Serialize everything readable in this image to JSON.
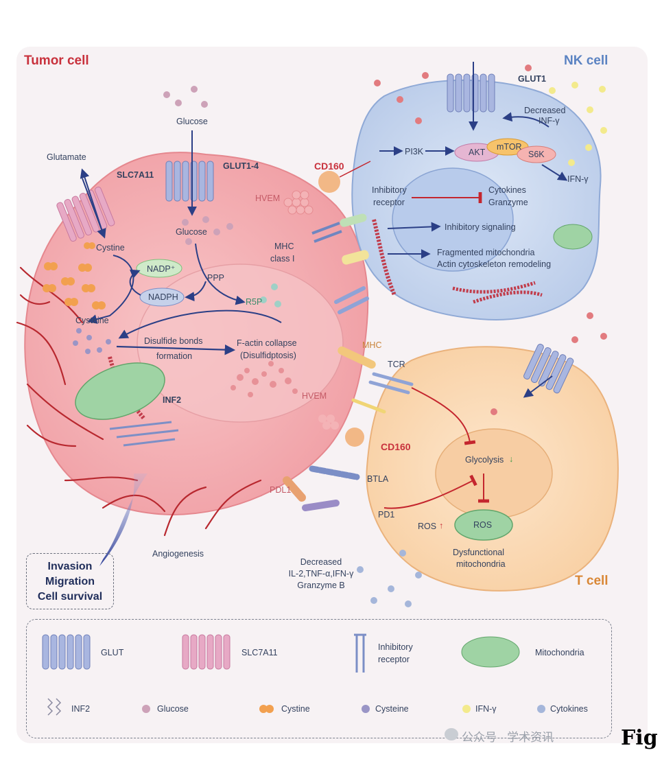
{
  "cells": {
    "tumor": "Tumor cell",
    "nk": "NK cell",
    "t": "T cell"
  },
  "tumor_labels": {
    "glucose_top": "Glucose",
    "glut14": "GLUT1-4",
    "slc7a11": "SLC7A11",
    "glutamate": "Glutamate",
    "glucose_in": "Glucose",
    "cystine": "Cystine",
    "nadp_plus": "NADP⁺",
    "nadph": "NADPH",
    "ppp": "PPP",
    "r5p": "R5P",
    "cysteine": "Cysteine",
    "disulfide_1": "Disulfide bonds",
    "disulfide_2": "formation",
    "factin_1": "F-actin collapse",
    "factin_2": "(Disulfidptosis)",
    "inf2": "INF2",
    "hvem_top": "HVEM",
    "mhc_class1_1": "MHC",
    "mhc_class1_2": "class I",
    "mhc": "MHC",
    "hvem_mid": "HVEM",
    "pdl1": "PDL1",
    "angiogenesis": "Angiogenesis"
  },
  "nk_labels": {
    "glut1": "GLUT1",
    "decreased_1": "Decreased",
    "decreased_2": "INF-γ",
    "pi3k": "PI3K",
    "akt": "AKT",
    "mtor": "mTOR",
    "s6k": "S6K",
    "ifn": "IFN-γ",
    "cd160": "CD160",
    "inhib_1": "Inhibitory",
    "inhib_2": "receptor",
    "cytokines": "Cytokines",
    "granzyme": "Granzyme",
    "inhib_signaling": "Inhibitory signaling",
    "frag_mito": "Fragmented mitochondria",
    "actin_remod": "Actin cytoskeleton remodeling"
  },
  "t_labels": {
    "tcr": "TCR",
    "cd160": "CD160",
    "btla": "BTLA",
    "pd1": "PD1",
    "glycolysis": "Glycolysis",
    "glyco_arrow": "↓",
    "ros_left": "ROS",
    "ros_arrow": "↑",
    "ros_mito": "ROS",
    "dysf_1": "Dysfunctional",
    "dysf_2": "mitochondria",
    "decr_1": "Decreased",
    "decr_2": "IL-2,TNF-α,IFN-γ",
    "decr_3": "Granzyme B"
  },
  "outcomes": [
    "Invasion",
    "Migration",
    "Cell survival"
  ],
  "legend": {
    "glut": "GLUT",
    "slc7a11": "SLC7A11",
    "inhib_1": "Inhibitory",
    "inhib_2": "receptor",
    "mito": "Mitochondria",
    "inf2": "INF2",
    "glucose": "Glucose",
    "cystine": "Cystine",
    "cysteine": "Cysteine",
    "ifn": "IFN-γ",
    "cytokines": "Cytokines"
  },
  "watermark": "公众号 · 学术资讯",
  "fig_label": "Fig",
  "colors": {
    "tumor_fill": "#f3a9ae",
    "tumor_title": "#c8313c",
    "nk_fill": "#c9d8ef",
    "nk_title": "#5b83c2",
    "t_fill": "#fbd9b3",
    "t_title": "#d98735",
    "arrow_blue": "#2b3f86",
    "inhibit_red": "#c4262e",
    "glut_fill": "#a9b6e0",
    "slc_fill": "#e7a9c5",
    "mito_fill": "#9fd3a4"
  }
}
